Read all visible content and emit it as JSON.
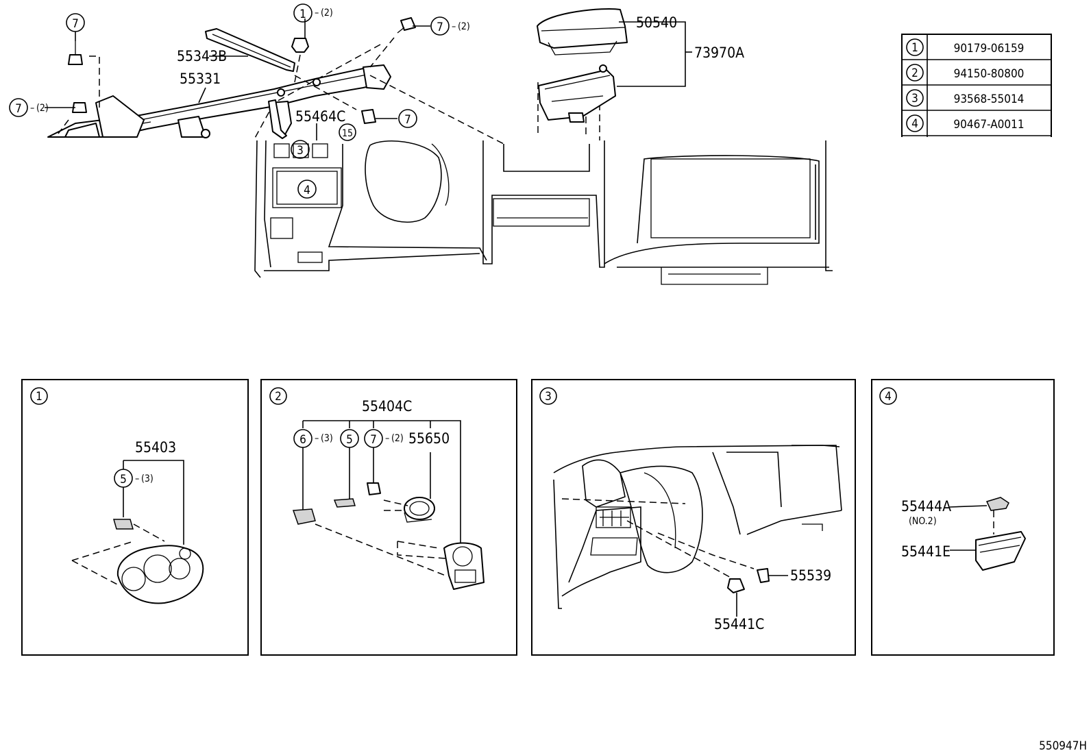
{
  "callouts": {
    "c1": {
      "num": "1",
      "qty": "(2)"
    },
    "c7a": {
      "num": "7"
    },
    "c7b": {
      "num": "7",
      "qty": "(2)"
    },
    "c7c": {
      "num": "7",
      "qty": "(2)"
    },
    "c7d": {
      "num": "7"
    },
    "c3": {
      "num": "3"
    },
    "c4": {
      "num": "4"
    },
    "c15": {
      "num": "15"
    }
  },
  "parts": {
    "p55343B": "55343B",
    "p55331": "55331",
    "p55464C": "55464C",
    "p50540": "50540",
    "p73970A": "73970A"
  },
  "reference_table": [
    {
      "num": "1",
      "part": "90179-06159"
    },
    {
      "num": "2",
      "part": "94150-80800"
    },
    {
      "num": "3",
      "part": "93568-55014"
    },
    {
      "num": "4",
      "part": "90467-A0011"
    }
  ],
  "detail_1": {
    "label": "1",
    "part": "55403",
    "sub": {
      "num": "5",
      "qty": "(3)"
    }
  },
  "detail_2": {
    "label": "2",
    "part": "55404C",
    "part2": "55650",
    "sub6": {
      "num": "6",
      "qty": "(3)"
    },
    "sub5": {
      "num": "5"
    },
    "sub7": {
      "num": "7",
      "qty": "(2)"
    }
  },
  "detail_3": {
    "label": "3",
    "part_a": "55539",
    "part_b": "55441C"
  },
  "detail_4": {
    "label": "4",
    "part_a": "55444A",
    "part_a_note": "(NO.2)",
    "part_b": "55441E"
  },
  "figure_id": "550947H"
}
